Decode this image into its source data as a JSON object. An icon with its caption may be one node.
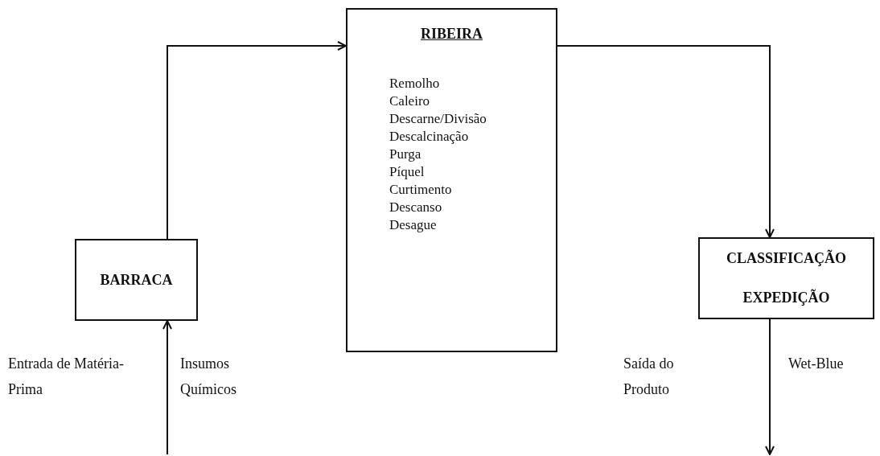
{
  "diagram": {
    "nodes": [
      {
        "text": [
          "BARRACA"
        ]
      },
      {
        "text": [
          "RIBEIRA",
          "Remolho",
          "Caleiro",
          "Descarne/Divisão",
          "Descalcinação",
          "Purga",
          "Píquel",
          "Curtimento",
          "Descanso",
          "Desague"
        ]
      },
      {
        "text": [
          "CLASSIFICAÇÃO",
          "EXPEDIÇÃO"
        ]
      }
    ],
    "edges": [
      {
        "from": 0,
        "to": 1,
        "arrow": "to"
      },
      {
        "from": 1,
        "to": 2,
        "arrow": "to"
      },
      {
        "from": null,
        "to": 0,
        "arrow": "to"
      },
      {
        "from": 2,
        "to": null,
        "arrow": "to"
      }
    ],
    "labels": [
      "Entrada de Matéria-Prima",
      "Insumos Químicos",
      "Saída do Produto",
      "Wet-Blue"
    ]
  }
}
